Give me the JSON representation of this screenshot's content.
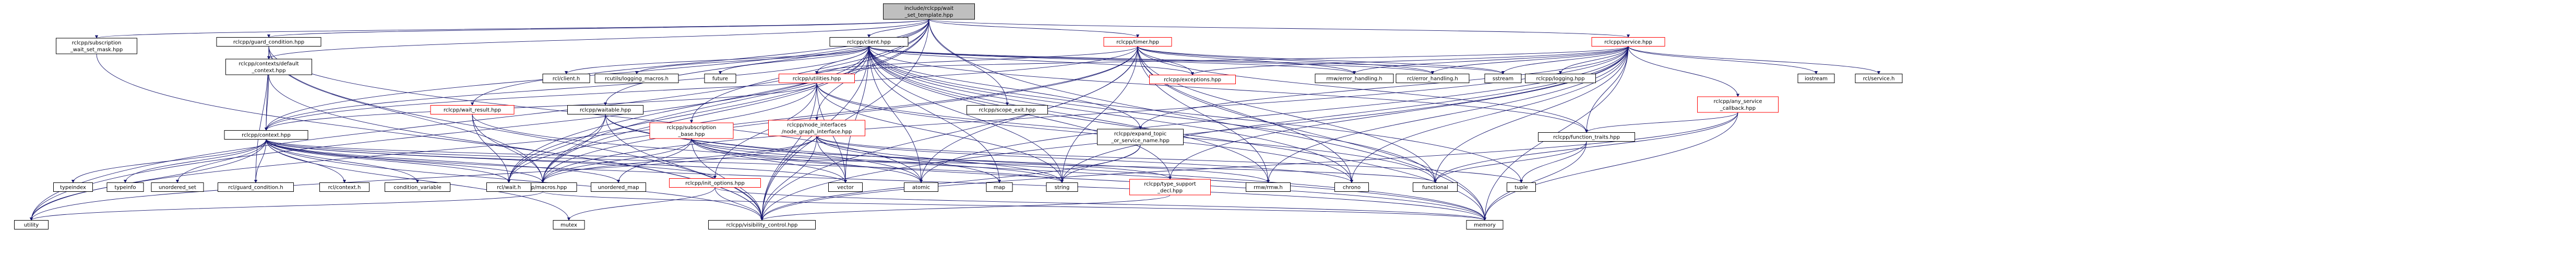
{
  "colors": {
    "edge": "#191970",
    "node_stroke": "#000000",
    "truncated_stroke": "#ff0000",
    "root_fill": "#bfbfbf",
    "node_fill": "#ffffff",
    "text_default": "#000000",
    "text_linked": "#000000"
  },
  "nodes": [
    {
      "id": "root",
      "lines": [
        "include/rclcpp/wait",
        "_set_template.hpp"
      ],
      "kind": "root"
    },
    {
      "id": "sub_wait_set_mask",
      "lines": [
        "rclcpp/subscription",
        "_wait_set_mask.hpp"
      ],
      "kind": "normal"
    },
    {
      "id": "guard_condition",
      "lines": [
        "rclcpp/guard_condition.hpp"
      ],
      "kind": "normal"
    },
    {
      "id": "contexts_default",
      "lines": [
        "rclcpp/contexts/default",
        "_context.hpp"
      ],
      "kind": "normal"
    },
    {
      "id": "context",
      "lines": [
        "rclcpp/context.hpp"
      ],
      "kind": "normal"
    },
    {
      "id": "client",
      "lines": [
        "rclcpp/client.hpp"
      ],
      "kind": "normal"
    },
    {
      "id": "timer",
      "lines": [
        "rclcpp/timer.hpp"
      ],
      "kind": "truncated"
    },
    {
      "id": "service",
      "lines": [
        "rclcpp/service.hpp"
      ],
      "kind": "truncated"
    },
    {
      "id": "utilities",
      "lines": [
        "rclcpp/utilities.hpp"
      ],
      "kind": "truncated"
    },
    {
      "id": "wait_result",
      "lines": [
        "rclcpp/wait_result.hpp"
      ],
      "kind": "truncated"
    },
    {
      "id": "waitable",
      "lines": [
        "rclcpp/waitable.hpp"
      ],
      "kind": "normal"
    },
    {
      "id": "subscription_base",
      "lines": [
        "rclcpp/subscription",
        "_base.hpp"
      ],
      "kind": "truncated"
    },
    {
      "id": "node_graph_interface",
      "lines": [
        "rclcpp/node_interfaces",
        "/node_graph_interface.hpp"
      ],
      "kind": "truncated"
    },
    {
      "id": "scope_exit",
      "lines": [
        "rclcpp/scope_exit.hpp"
      ],
      "kind": "normal"
    },
    {
      "id": "expand_topic",
      "lines": [
        "rclcpp/expand_topic",
        "_or_service_name.hpp"
      ],
      "kind": "normal"
    },
    {
      "id": "function_traits",
      "lines": [
        "rclcpp/function_traits.hpp"
      ],
      "kind": "normal"
    },
    {
      "id": "any_service_callback",
      "lines": [
        "rclcpp/any_service",
        "_callback.hpp"
      ],
      "kind": "truncated"
    },
    {
      "id": "init_options",
      "lines": [
        "rclcpp/init_options.hpp"
      ],
      "kind": "truncated"
    },
    {
      "id": "type_support_decl",
      "lines": [
        "rclcpp/type_support",
        "_decl.hpp"
      ],
      "kind": "truncated"
    },
    {
      "id": "macros",
      "lines": [
        "rclcpp/macros.hpp"
      ],
      "kind": "normal"
    },
    {
      "id": "visibility_control",
      "lines": [
        "rclcpp/visibility_control.hpp"
      ],
      "kind": "normal"
    },
    {
      "id": "exceptions",
      "lines": [
        "rclcpp/exceptions.hpp"
      ],
      "kind": "truncated"
    },
    {
      "id": "logging",
      "lines": [
        "rclcpp/logging.hpp"
      ],
      "kind": "normal"
    },
    {
      "id": "rcl_client",
      "lines": [
        "rcl/client.h"
      ],
      "kind": "normal"
    },
    {
      "id": "rcutils_logging_macros",
      "lines": [
        "rcutils/logging_macros.h"
      ],
      "kind": "normal"
    },
    {
      "id": "future",
      "lines": [
        "future"
      ],
      "kind": "normal"
    },
    {
      "id": "rmw_error_handling",
      "lines": [
        "rmw/error_handling.h"
      ],
      "kind": "normal"
    },
    {
      "id": "rcl_error_handling",
      "lines": [
        "rcl/error_handling.h"
      ],
      "kind": "normal"
    },
    {
      "id": "sstream",
      "lines": [
        "sstream"
      ],
      "kind": "normal"
    },
    {
      "id": "iostream",
      "lines": [
        "iostream"
      ],
      "kind": "normal"
    },
    {
      "id": "rcl_service",
      "lines": [
        "rcl/service.h"
      ],
      "kind": "normal"
    },
    {
      "id": "typeindex",
      "lines": [
        "typeindex"
      ],
      "kind": "normal"
    },
    {
      "id": "typeinfo",
      "lines": [
        "typeinfo"
      ],
      "kind": "normal"
    },
    {
      "id": "unordered_set",
      "lines": [
        "unordered_set"
      ],
      "kind": "normal"
    },
    {
      "id": "rcl_guard_condition",
      "lines": [
        "rcl/guard_condition.h"
      ],
      "kind": "normal"
    },
    {
      "id": "rcl_context",
      "lines": [
        "rcl/context.h"
      ],
      "kind": "normal"
    },
    {
      "id": "condition_variable",
      "lines": [
        "condition_variable"
      ],
      "kind": "normal"
    },
    {
      "id": "rcl_wait",
      "lines": [
        "rcl/wait.h"
      ],
      "kind": "normal"
    },
    {
      "id": "unordered_map",
      "lines": [
        "unordered_map"
      ],
      "kind": "normal"
    },
    {
      "id": "vector",
      "lines": [
        "vector"
      ],
      "kind": "normal"
    },
    {
      "id": "atomic",
      "lines": [
        "atomic"
      ],
      "kind": "normal"
    },
    {
      "id": "map",
      "lines": [
        "map"
      ],
      "kind": "normal"
    },
    {
      "id": "string",
      "lines": [
        "string"
      ],
      "kind": "normal"
    },
    {
      "id": "rmw_rmw",
      "lines": [
        "rmw/rmw.h"
      ],
      "kind": "normal"
    },
    {
      "id": "chrono",
      "lines": [
        "chrono"
      ],
      "kind": "normal"
    },
    {
      "id": "functional",
      "lines": [
        "functional"
      ],
      "kind": "normal"
    },
    {
      "id": "tuple",
      "lines": [
        "tuple"
      ],
      "kind": "normal"
    },
    {
      "id": "utility",
      "lines": [
        "utility"
      ],
      "kind": "normal"
    },
    {
      "id": "mutex",
      "lines": [
        "mutex"
      ],
      "kind": "normal"
    },
    {
      "id": "memory",
      "lines": [
        "memory"
      ],
      "kind": "normal"
    }
  ],
  "edges": [
    [
      "root",
      "sub_wait_set_mask"
    ],
    [
      "root",
      "guard_condition"
    ],
    [
      "root",
      "contexts_default"
    ],
    [
      "root",
      "context"
    ],
    [
      "root",
      "client"
    ],
    [
      "root",
      "timer"
    ],
    [
      "root",
      "service"
    ],
    [
      "root",
      "wait_result"
    ],
    [
      "root",
      "waitable"
    ],
    [
      "root",
      "subscription_base"
    ],
    [
      "root",
      "scope_exit"
    ],
    [
      "root",
      "macros"
    ],
    [
      "root",
      "rcl_wait"
    ],
    [
      "root",
      "utility"
    ],
    [
      "root",
      "memory"
    ],
    [
      "root",
      "visibility_control"
    ],
    [
      "sub_wait_set_mask",
      "visibility_control"
    ],
    [
      "guard_condition",
      "contexts_default"
    ],
    [
      "guard_condition",
      "context"
    ],
    [
      "guard_condition",
      "macros"
    ],
    [
      "guard_condition",
      "visibility_control"
    ],
    [
      "guard_condition",
      "rcl_guard_condition"
    ],
    [
      "guard_condition",
      "atomic"
    ],
    [
      "contexts_default",
      "context"
    ],
    [
      "contexts_default",
      "visibility_control"
    ],
    [
      "context",
      "typeindex"
    ],
    [
      "context",
      "typeinfo"
    ],
    [
      "context",
      "unordered_set"
    ],
    [
      "context",
      "rcl_guard_condition"
    ],
    [
      "context",
      "rcl_context"
    ],
    [
      "context",
      "condition_variable"
    ],
    [
      "context",
      "rcl_wait"
    ],
    [
      "context",
      "unordered_map"
    ],
    [
      "context",
      "vector"
    ],
    [
      "context",
      "init_options"
    ],
    [
      "context",
      "macros"
    ],
    [
      "context",
      "visibility_control"
    ],
    [
      "context",
      "mutex"
    ],
    [
      "context",
      "memory"
    ],
    [
      "context",
      "utility"
    ],
    [
      "context",
      "string"
    ],
    [
      "context",
      "functional"
    ],
    [
      "client",
      "rcl_client"
    ],
    [
      "client",
      "rcutils_logging_macros"
    ],
    [
      "client",
      "future"
    ],
    [
      "client",
      "utilities"
    ],
    [
      "client",
      "exceptions"
    ],
    [
      "client",
      "rmw_error_handling"
    ],
    [
      "client",
      "rcl_error_handling"
    ],
    [
      "client",
      "sstream"
    ],
    [
      "client",
      "node_graph_interface"
    ],
    [
      "client",
      "expand_topic"
    ],
    [
      "client",
      "function_traits"
    ],
    [
      "client",
      "type_support_decl"
    ],
    [
      "client",
      "macros"
    ],
    [
      "client",
      "visibility_control"
    ],
    [
      "client",
      "rcl_wait"
    ],
    [
      "client",
      "atomic"
    ],
    [
      "client",
      "map"
    ],
    [
      "client",
      "string"
    ],
    [
      "client",
      "rmw_rmw"
    ],
    [
      "client",
      "chrono"
    ],
    [
      "client",
      "functional"
    ],
    [
      "client",
      "tuple"
    ],
    [
      "client",
      "utility"
    ],
    [
      "client",
      "vector"
    ],
    [
      "client",
      "memory"
    ],
    [
      "client",
      "context"
    ],
    [
      "timer",
      "utilities"
    ],
    [
      "timer",
      "exceptions"
    ],
    [
      "timer",
      "rmw_error_handling"
    ],
    [
      "timer",
      "rcl_error_handling"
    ],
    [
      "timer",
      "sstream"
    ],
    [
      "timer",
      "function_traits"
    ],
    [
      "timer",
      "macros"
    ],
    [
      "timer",
      "context"
    ],
    [
      "timer",
      "rmw_rmw"
    ],
    [
      "timer",
      "atomic"
    ],
    [
      "timer",
      "chrono"
    ],
    [
      "timer",
      "functional"
    ],
    [
      "timer",
      "string"
    ],
    [
      "timer",
      "memory"
    ],
    [
      "timer",
      "visibility_control"
    ],
    [
      "timer",
      "rcl_wait"
    ],
    [
      "service",
      "any_service_callback"
    ],
    [
      "service",
      "logging"
    ],
    [
      "service",
      "exceptions"
    ],
    [
      "service",
      "rmw_error_handling"
    ],
    [
      "service",
      "rcl_error_handling"
    ],
    [
      "service",
      "sstream"
    ],
    [
      "service",
      "iostream"
    ],
    [
      "service",
      "rcl_service"
    ],
    [
      "service",
      "expand_topic"
    ],
    [
      "service",
      "type_support_decl"
    ],
    [
      "service",
      "macros"
    ],
    [
      "service",
      "visibility_control"
    ],
    [
      "service",
      "function_traits"
    ],
    [
      "service",
      "atomic"
    ],
    [
      "service",
      "string"
    ],
    [
      "service",
      "functional"
    ],
    [
      "service",
      "memory"
    ],
    [
      "service",
      "rmw_rmw"
    ],
    [
      "service",
      "chrono"
    ],
    [
      "service",
      "utilities"
    ],
    [
      "utilities",
      "context"
    ],
    [
      "utilities",
      "init_options"
    ],
    [
      "utilities",
      "visibility_control"
    ],
    [
      "utilities",
      "vector"
    ],
    [
      "utilities",
      "string"
    ],
    [
      "utilities",
      "chrono"
    ],
    [
      "utilities",
      "functional"
    ],
    [
      "utilities",
      "utility"
    ],
    [
      "wait_result",
      "macros"
    ],
    [
      "wait_result",
      "rcl_wait"
    ],
    [
      "wait_result",
      "memory"
    ],
    [
      "waitable",
      "macros"
    ],
    [
      "waitable",
      "visibility_control"
    ],
    [
      "waitable",
      "rcl_wait"
    ],
    [
      "waitable",
      "atomic"
    ],
    [
      "waitable",
      "memory"
    ],
    [
      "subscription_base",
      "macros"
    ],
    [
      "subscription_base",
      "visibility_control"
    ],
    [
      "subscription_base",
      "type_support_decl"
    ],
    [
      "subscription_base",
      "rmw_rmw"
    ],
    [
      "subscription_base",
      "unordered_map"
    ],
    [
      "subscription_base",
      "atomic"
    ],
    [
      "subscription_base",
      "vector"
    ],
    [
      "subscription_base",
      "string"
    ],
    [
      "subscription_base",
      "memory"
    ],
    [
      "node_graph_interface",
      "macros"
    ],
    [
      "node_graph_interface",
      "visibility_control"
    ],
    [
      "node_graph_interface",
      "vector"
    ],
    [
      "node_graph_interface",
      "map"
    ],
    [
      "node_graph_interface",
      "string"
    ],
    [
      "node_graph_interface",
      "chrono"
    ],
    [
      "node_graph_interface",
      "tuple"
    ],
    [
      "node_graph_interface",
      "utility"
    ],
    [
      "expand_topic",
      "visibility_control"
    ],
    [
      "expand_topic",
      "string"
    ],
    [
      "function_traits",
      "functional"
    ],
    [
      "function_traits",
      "tuple"
    ],
    [
      "function_traits",
      "memory"
    ],
    [
      "any_service_callback",
      "function_traits"
    ],
    [
      "any_service_callback",
      "visibility_control"
    ],
    [
      "any_service_callback",
      "functional"
    ],
    [
      "any_service_callback",
      "memory"
    ],
    [
      "init_options",
      "visibility_control"
    ],
    [
      "init_options",
      "mutex"
    ],
    [
      "init_options",
      "memory"
    ],
    [
      "type_support_decl",
      "visibility_control"
    ],
    [
      "macros",
      "memory"
    ],
    [
      "macros",
      "utility"
    ]
  ]
}
